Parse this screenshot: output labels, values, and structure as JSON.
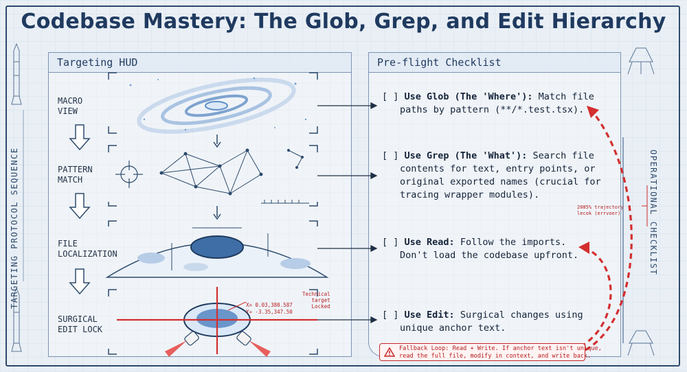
{
  "title": "Codebase Mastery: The Glob, Grep, and Edit Hierarchy",
  "left_rail": {
    "label": "TARGETING PROTOCOL SEQUENCE"
  },
  "right_rail": {
    "label": "OPERATIONAL CHECKLIST"
  },
  "hud": {
    "title": "Targeting HUD",
    "stages": [
      {
        "line1": "MACRO",
        "line2": "VIEW"
      },
      {
        "line1": "PATTERN",
        "line2": "MATCH"
      },
      {
        "line1": "FILE",
        "line2": "LOCALIZATION"
      },
      {
        "line1": "SURGICAL",
        "line2": "EDIT LOCK"
      }
    ],
    "target_note": [
      "Technical",
      "target",
      "Locked"
    ],
    "coords": [
      "X= 0.03,380.587",
      "Y= -3.35,347.50"
    ]
  },
  "checklist": {
    "title": "Pre-flight Checklist",
    "items": [
      {
        "box": "[ ]",
        "bold": "Use Glob (The 'Where'):",
        "line1": " Match file",
        "rest": [
          "paths by pattern (**/*.test.tsx)."
        ]
      },
      {
        "box": "[ ]",
        "bold": "Use Grep (The 'What'):",
        "line1": " Search file",
        "rest": [
          "contents for text, entry points, or",
          "original exported names (crucial for",
          "tracing wrapper modules)."
        ]
      },
      {
        "box": "[ ]",
        "bold": "Use Read:",
        "line1": " Follow the imports.",
        "rest": [
          "Don't load the codebase upfront."
        ]
      },
      {
        "box": "[ ]",
        "bold": "Use Edit:",
        "line1": " Surgical changes using",
        "rest": [
          "unique anchor text."
        ]
      }
    ],
    "trajectory_note": [
      "2085% trajectory",
      "lecok (errvoer)"
    ],
    "fallback": {
      "line1": "Fallback Loop: Read + Write. If anchor text isn't unique,",
      "line2": "read the full file, modify in context, and write back."
    }
  },
  "colors": {
    "navy": "#1f3a5f",
    "accent_red": "#d32f2f",
    "panel_border": "#7d95b3",
    "galaxy_blue": "#5b8fc8"
  }
}
